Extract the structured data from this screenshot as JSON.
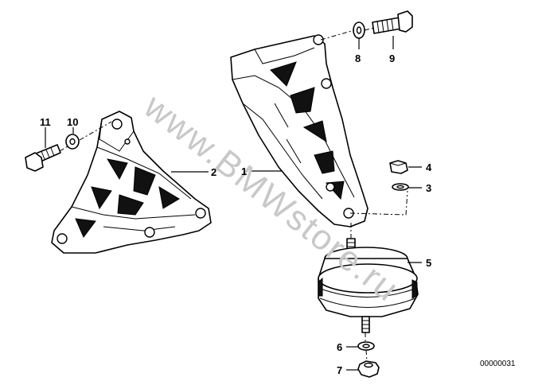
{
  "watermark": "www.BMWstore.ru",
  "diagram_id": "00000031",
  "callouts": [
    {
      "id": "c1",
      "label": "1"
    },
    {
      "id": "c2",
      "label": "2"
    },
    {
      "id": "c3",
      "label": "3"
    },
    {
      "id": "c4",
      "label": "4"
    },
    {
      "id": "c5",
      "label": "5"
    },
    {
      "id": "c6",
      "label": "6"
    },
    {
      "id": "c7",
      "label": "7"
    },
    {
      "id": "c8",
      "label": "8"
    },
    {
      "id": "c9",
      "label": "9"
    },
    {
      "id": "c10",
      "label": "10"
    },
    {
      "id": "c11",
      "label": "11"
    }
  ]
}
